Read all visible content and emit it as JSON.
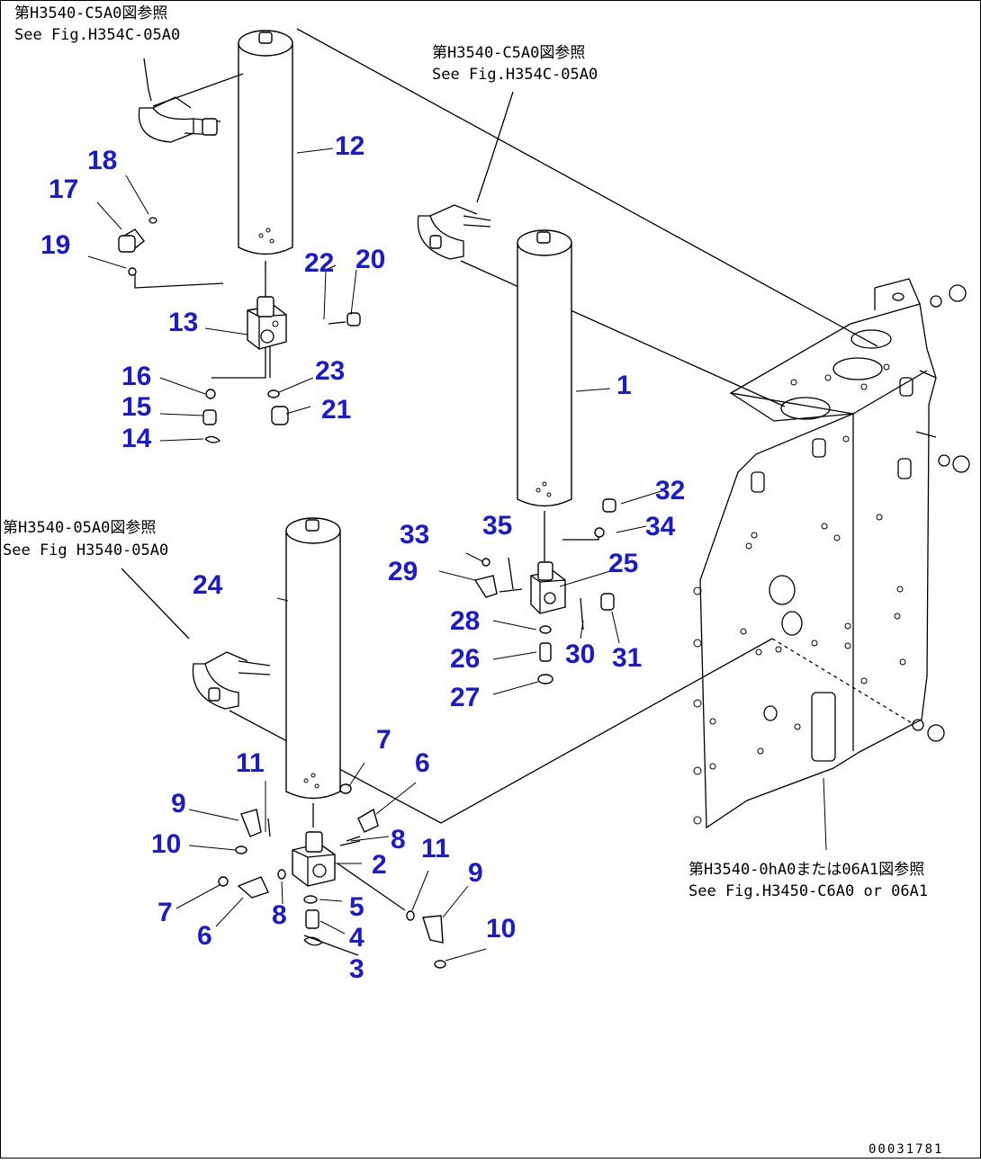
{
  "colors": {
    "callout": "#1a1ad0",
    "line": "#000000",
    "background": "#ffffff"
  },
  "references": {
    "top_left": {
      "jp": "第H3540-C5A0図参照",
      "en": "See Fig.H354C-05A0"
    },
    "top_mid": {
      "jp": "第H3540-C5A0図参照",
      "en": "See Fig.H354C-05A0"
    },
    "mid_left": {
      "jp": "第H3540-05A0図参照",
      "en": "See Fig H3540-05A0"
    },
    "bottom_right": {
      "jp": "第H3540-0hA0または06A1図参照",
      "en": "See Fig.H3450-C6A0 or 06A1"
    }
  },
  "callouts": {
    "n1": "1",
    "n2": "2",
    "n3": "3",
    "n4": "4",
    "n5": "5",
    "n6a": "6",
    "n6b": "6",
    "n7a": "7",
    "n7b": "7",
    "n8a": "8",
    "n8b": "8",
    "n9a": "9",
    "n9b": "9",
    "n10a": "10",
    "n10b": "10",
    "n11a": "11",
    "n11b": "11",
    "n12": "12",
    "n13": "13",
    "n14": "14",
    "n15": "15",
    "n16": "16",
    "n17": "17",
    "n18": "18",
    "n19": "19",
    "n20": "20",
    "n21": "21",
    "n22": "22",
    "n23": "23",
    "n24": "24",
    "n25": "25",
    "n26": "26",
    "n27": "27",
    "n28": "28",
    "n29": "29",
    "n30": "30",
    "n31": "31",
    "n32": "32",
    "n33": "33",
    "n34": "34",
    "n35": "35"
  },
  "drawing_code": "00031781"
}
